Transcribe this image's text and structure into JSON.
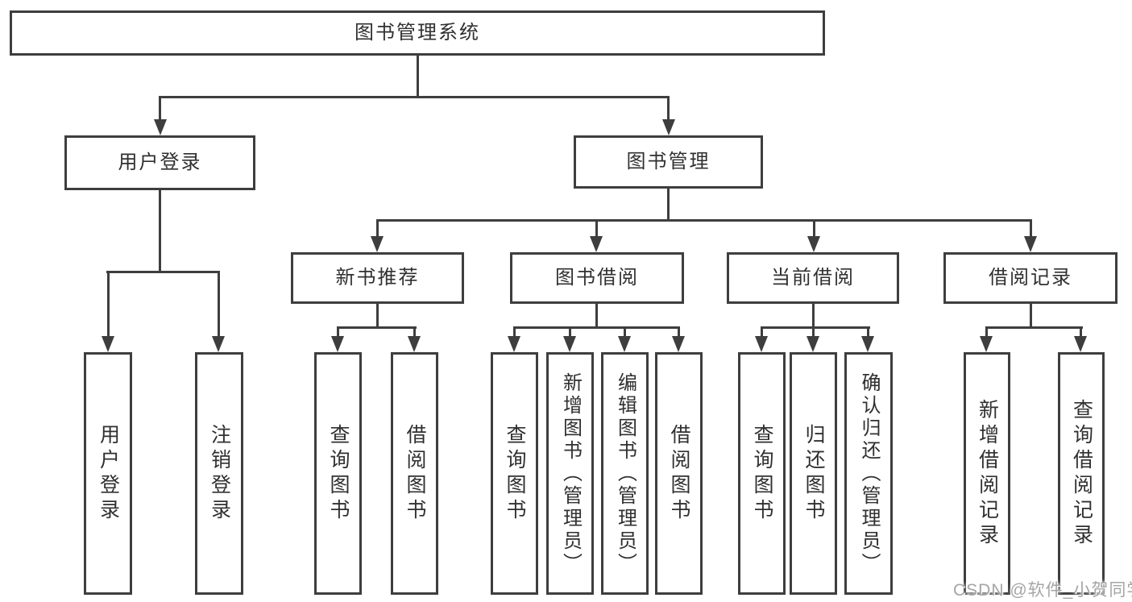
{
  "diagram": {
    "title": "图书管理系统",
    "tree": {
      "label": "图书管理系统",
      "children": [
        {
          "label": "用户登录",
          "children": [
            {
              "label": "用户登录"
            },
            {
              "label": "注销登录"
            }
          ]
        },
        {
          "label": "图书管理",
          "children": [
            {
              "label": "新书推荐",
              "children": [
                {
                  "label": "查询图书"
                },
                {
                  "label": "借阅图书"
                }
              ]
            },
            {
              "label": "图书借阅",
              "children": [
                {
                  "label": "查询图书"
                },
                {
                  "label": "新增图书（管理员）"
                },
                {
                  "label": "编辑图书（管理员）"
                },
                {
                  "label": "借阅图书"
                }
              ]
            },
            {
              "label": "当前借阅",
              "children": [
                {
                  "label": "查询图书"
                },
                {
                  "label": "归还图书"
                },
                {
                  "label": "确认归还（管理员）"
                }
              ]
            },
            {
              "label": "借阅记录",
              "children": [
                {
                  "label": "新增借阅记录"
                },
                {
                  "label": "查询借阅记录"
                }
              ]
            }
          ]
        }
      ]
    }
  },
  "watermark": {
    "text": "CSDN @软件_小贺同学"
  },
  "colors": {
    "line": "#3e3e3e",
    "text": "#303030",
    "bg": "#ffffff",
    "watermark": "#a5a5a5"
  }
}
